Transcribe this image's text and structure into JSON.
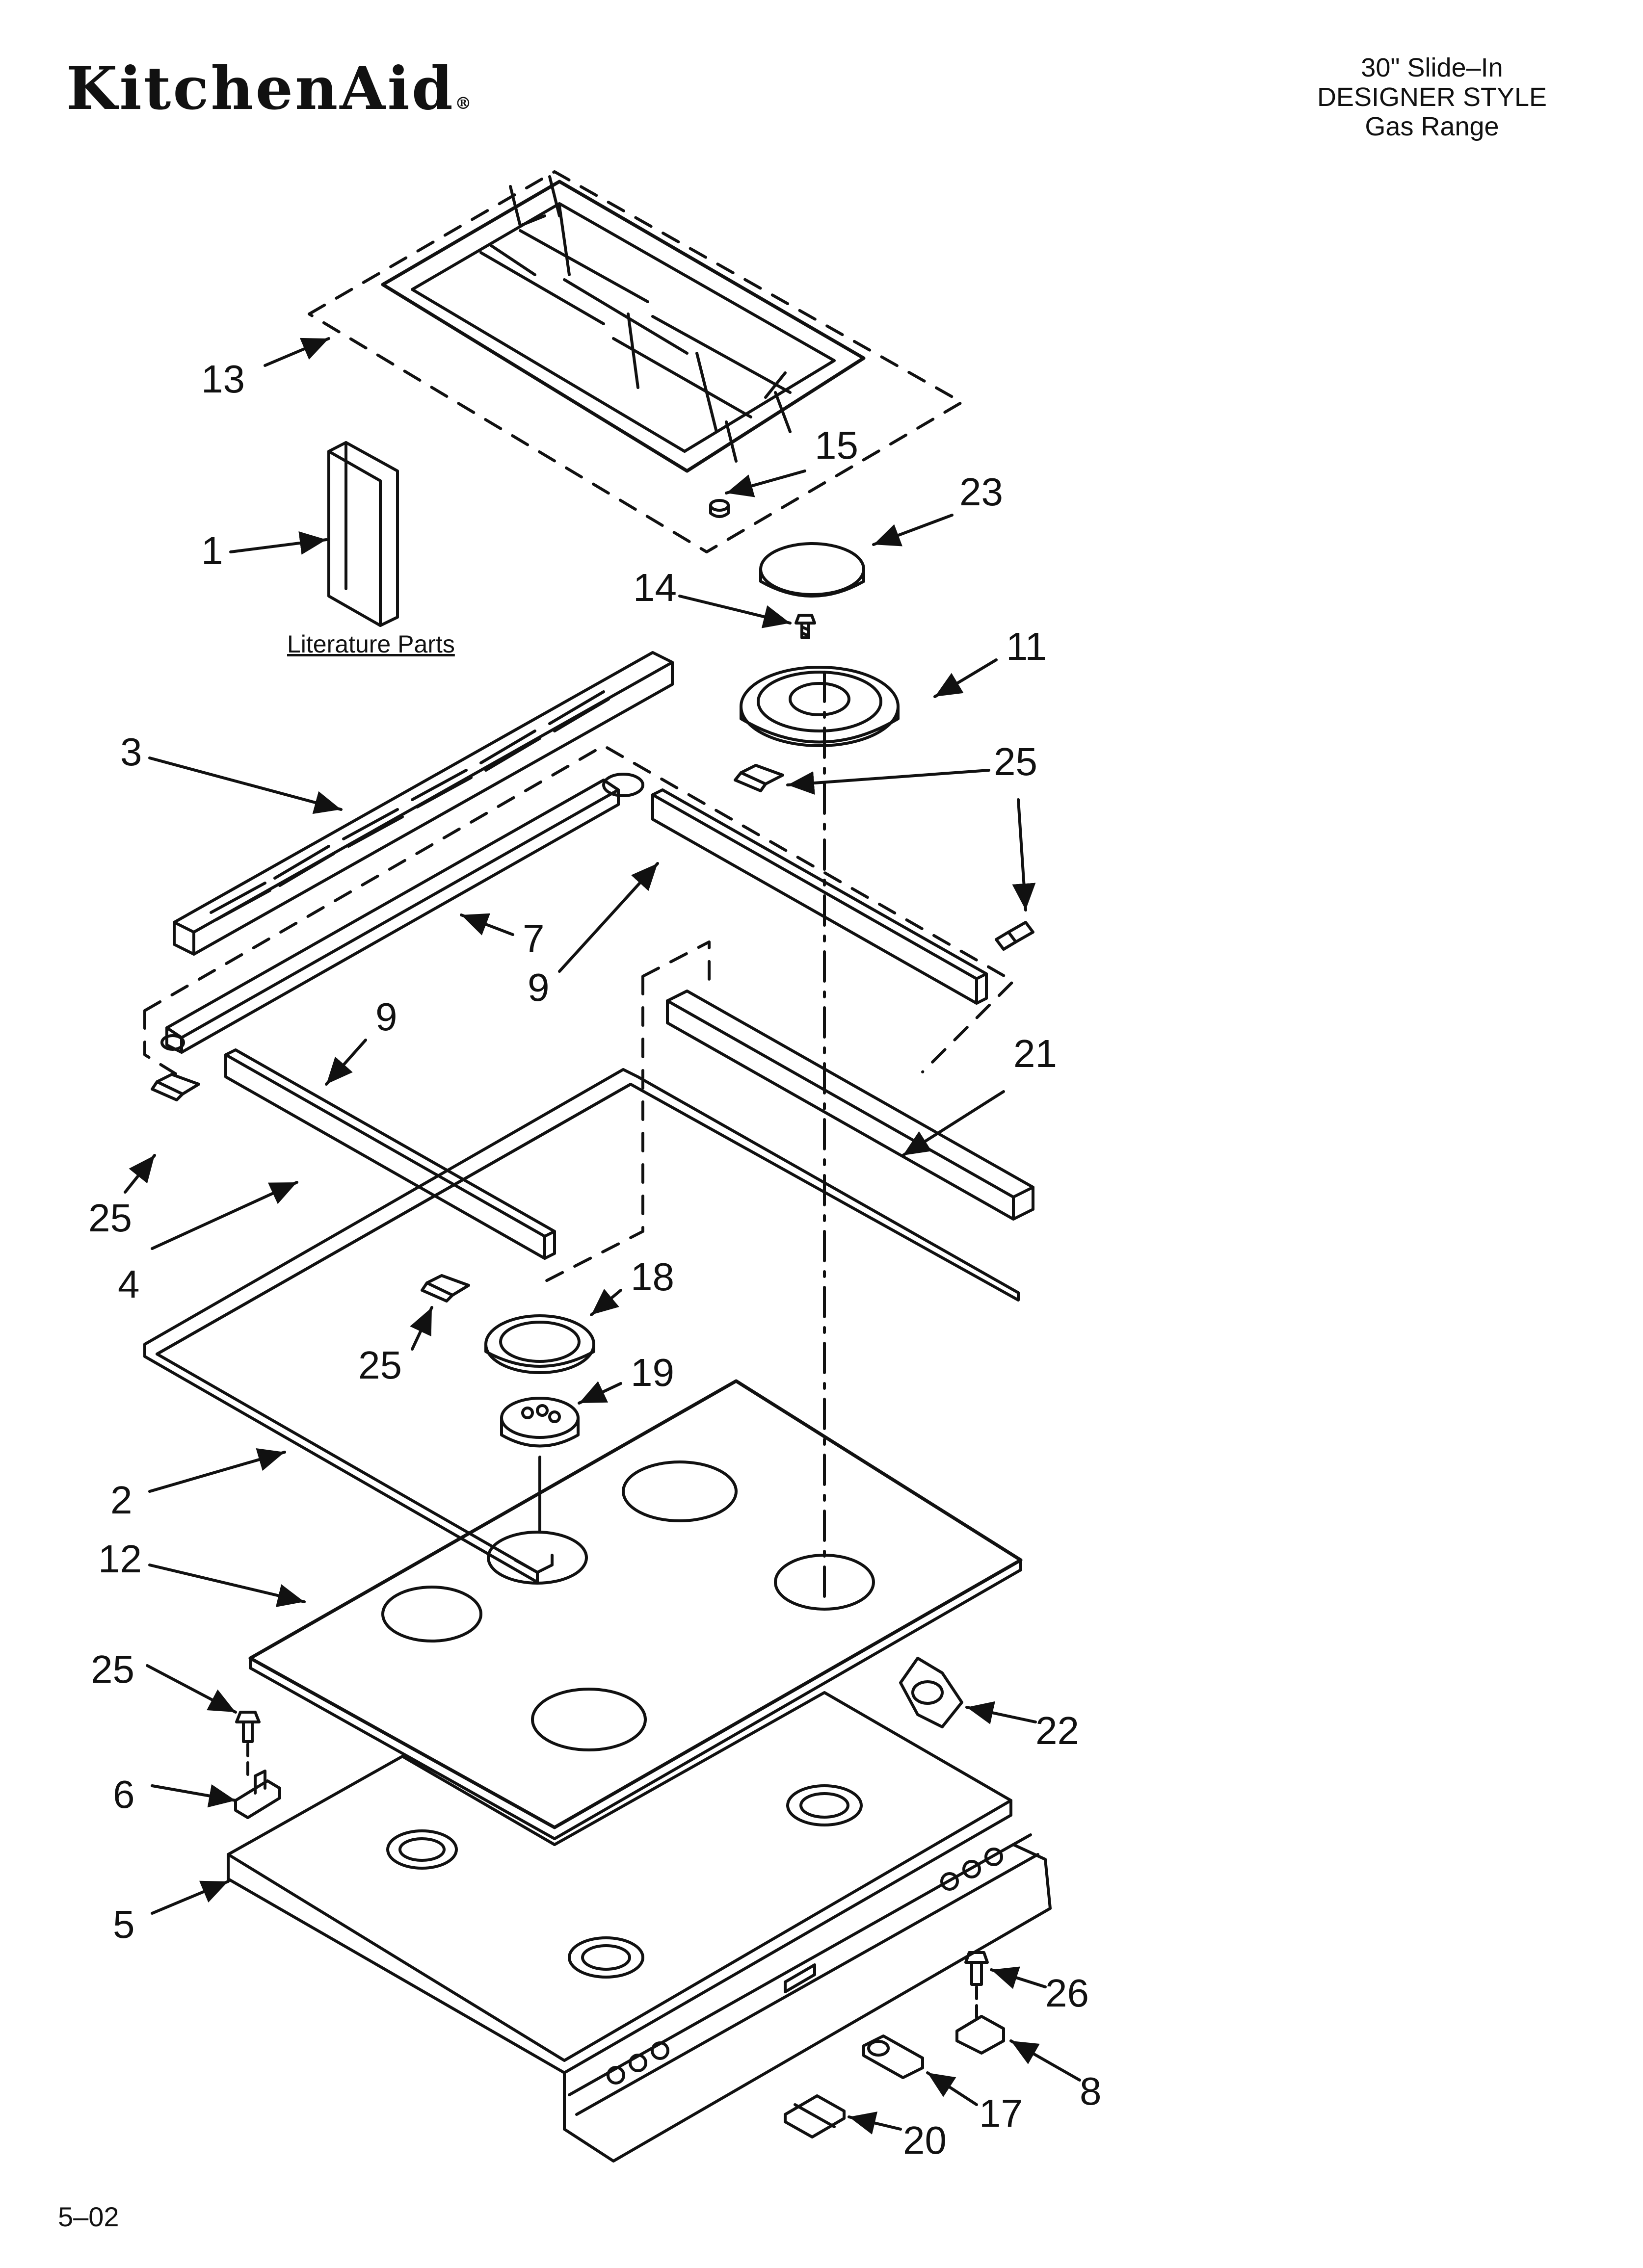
{
  "header": {
    "brand": "KitchenAid",
    "brand_mark": "®",
    "model_line1": "30\" Slide–In",
    "model_line2": "DESIGNER STYLE",
    "model_line3": "Gas Range"
  },
  "literature_label": "Literature Parts",
  "callouts": [
    {
      "id": "c13",
      "text": "13"
    },
    {
      "id": "c15",
      "text": "15"
    },
    {
      "id": "c23",
      "text": "23"
    },
    {
      "id": "c1",
      "text": "1"
    },
    {
      "id": "c14",
      "text": "14"
    },
    {
      "id": "c11",
      "text": "11"
    },
    {
      "id": "c3",
      "text": "3"
    },
    {
      "id": "c25a",
      "text": "25"
    },
    {
      "id": "c7",
      "text": "7"
    },
    {
      "id": "c9a",
      "text": "9"
    },
    {
      "id": "c9b",
      "text": "9"
    },
    {
      "id": "c21",
      "text": "21"
    },
    {
      "id": "c25b",
      "text": "25"
    },
    {
      "id": "c4",
      "text": "4"
    },
    {
      "id": "c18",
      "text": "18"
    },
    {
      "id": "c25c",
      "text": "25"
    },
    {
      "id": "c19",
      "text": "19"
    },
    {
      "id": "c2",
      "text": "2"
    },
    {
      "id": "c12",
      "text": "12"
    },
    {
      "id": "c25d",
      "text": "25"
    },
    {
      "id": "c22",
      "text": "22"
    },
    {
      "id": "c6",
      "text": "6"
    },
    {
      "id": "c5",
      "text": "5"
    },
    {
      "id": "c26",
      "text": "26"
    },
    {
      "id": "c8",
      "text": "8"
    },
    {
      "id": "c17",
      "text": "17"
    },
    {
      "id": "c20",
      "text": "20"
    }
  ],
  "footer": {
    "doc_date": "5–02"
  },
  "colors": {
    "ink": "#111111",
    "paper": "#ffffff"
  }
}
